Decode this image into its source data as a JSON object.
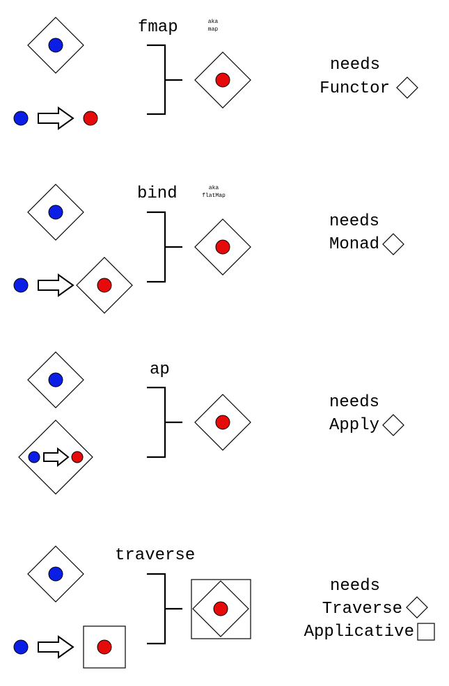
{
  "colors": {
    "input_dot": "#0a1ee6",
    "output_dot": "#e60a0a",
    "stroke": "#000000",
    "background": "#ffffff"
  },
  "needs_label": "needs",
  "sections": [
    {
      "op": "fmap",
      "aka_label": "aka",
      "aka_value": "map",
      "requires": [
        {
          "name": "Functor",
          "symbol": "diamond-icon"
        }
      ]
    },
    {
      "op": "bind",
      "aka_label": "aka",
      "aka_value": "flatMap",
      "requires": [
        {
          "name": "Monad",
          "symbol": "diamond-icon"
        }
      ]
    },
    {
      "op": "ap",
      "aka_label": "",
      "aka_value": "",
      "requires": [
        {
          "name": "Apply",
          "symbol": "diamond-icon"
        }
      ]
    },
    {
      "op": "traverse",
      "aka_label": "",
      "aka_value": "",
      "requires": [
        {
          "name": "Traverse",
          "symbol": "diamond-icon"
        },
        {
          "name": "Applicative",
          "symbol": "square-icon"
        }
      ]
    }
  ]
}
